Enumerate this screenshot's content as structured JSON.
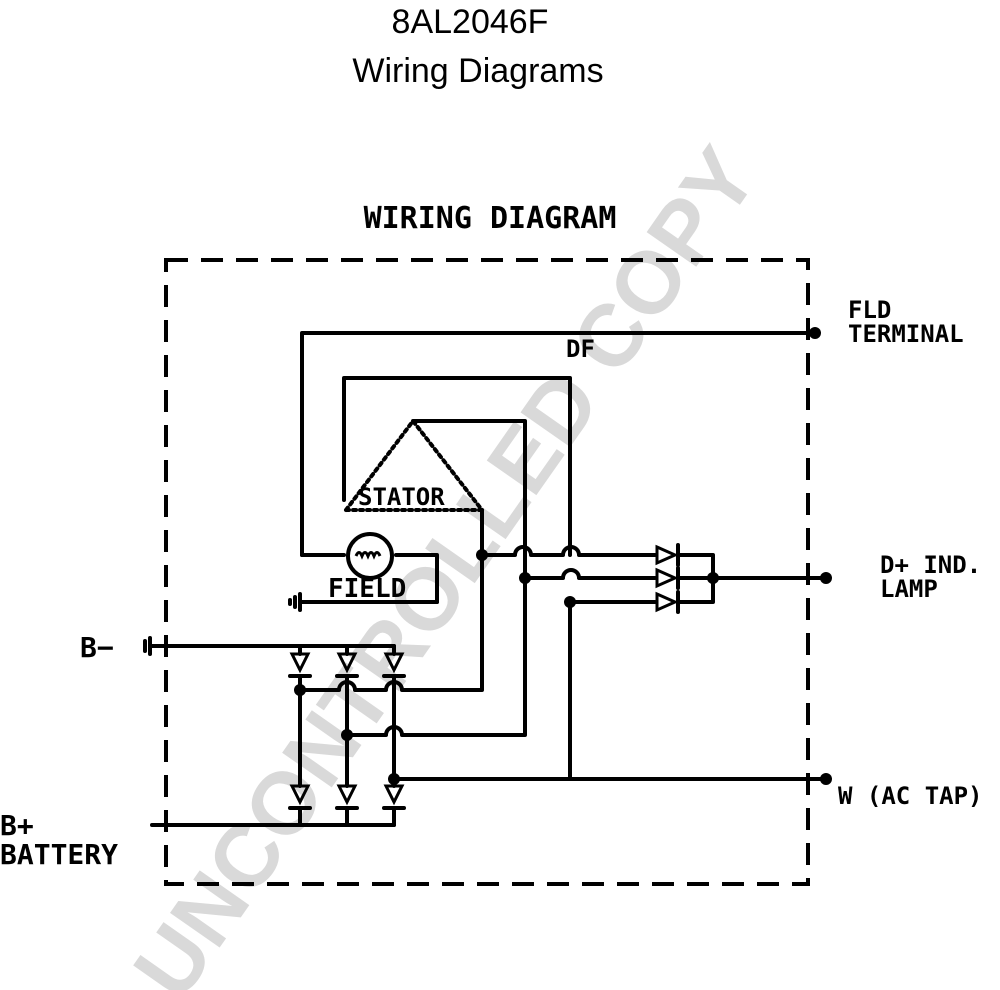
{
  "header": {
    "part_number": "8AL2046F",
    "subtitle": "Wiring Diagrams"
  },
  "diagram": {
    "title": "WIRING DIAGRAM",
    "labels": {
      "fld_1": "FLD",
      "fld_2": "TERMINAL",
      "df": "DF",
      "stator": "STATOR",
      "field": "FIELD",
      "d_plus_1": "D+ IND.",
      "d_plus_2": "LAMP",
      "b_minus": "B−",
      "b_plus_1": "B+",
      "b_plus_2": "BATTERY",
      "w_tap": "W (AC TAP)"
    }
  },
  "watermark": "UNCONTROLLED COPY",
  "colors": {
    "ink": "#000000",
    "watermark": "#d9d9d9",
    "background": "#ffffff"
  }
}
